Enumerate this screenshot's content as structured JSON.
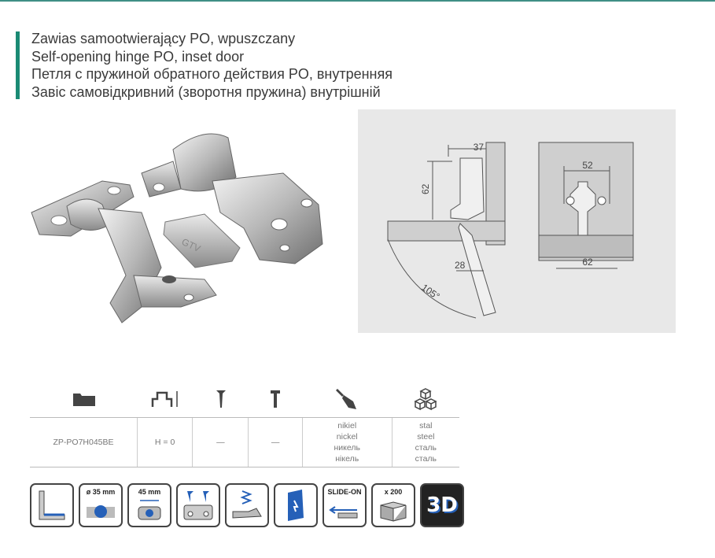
{
  "titles": [
    "Zawias samootwierający PO, wpuszczany",
    "Self-opening hinge PO, inset door",
    "Петля с пружиной обратного действия PO, внутренняя",
    "Завіс самовідкривний (зворотня пружина) внутрішній"
  ],
  "drawing": {
    "dim_37": "37",
    "dim_62_vertical": "62",
    "dim_28": "28",
    "angle": "105°",
    "dim_52": "52",
    "dim_62_horizontal": "62"
  },
  "spec_icons": [
    "folder-icon",
    "hinge-height-icon",
    "wood-screw-icon",
    "euro-screw-icon",
    "paint-brush-icon",
    "material-cubes-icon"
  ],
  "spec_row": {
    "code": "ZP-PO7H045BE",
    "height": "H = 0",
    "screw1": "—",
    "screw2": "—",
    "finish": [
      "nikiel",
      "nickel",
      "никель",
      "нікель"
    ],
    "material": [
      "stal",
      "steel",
      "сталь",
      "сталь"
    ]
  },
  "features": {
    "cup_diameter": "ø 35 mm",
    "spacing": "45 mm",
    "slide_on": "SLIDE-ON",
    "pack_qty": "x 200",
    "three_d": "3D"
  },
  "colors": {
    "accent": "#1a8a74",
    "drawing_bg": "#e8e8e8",
    "feature_blue": "#2560b8"
  }
}
